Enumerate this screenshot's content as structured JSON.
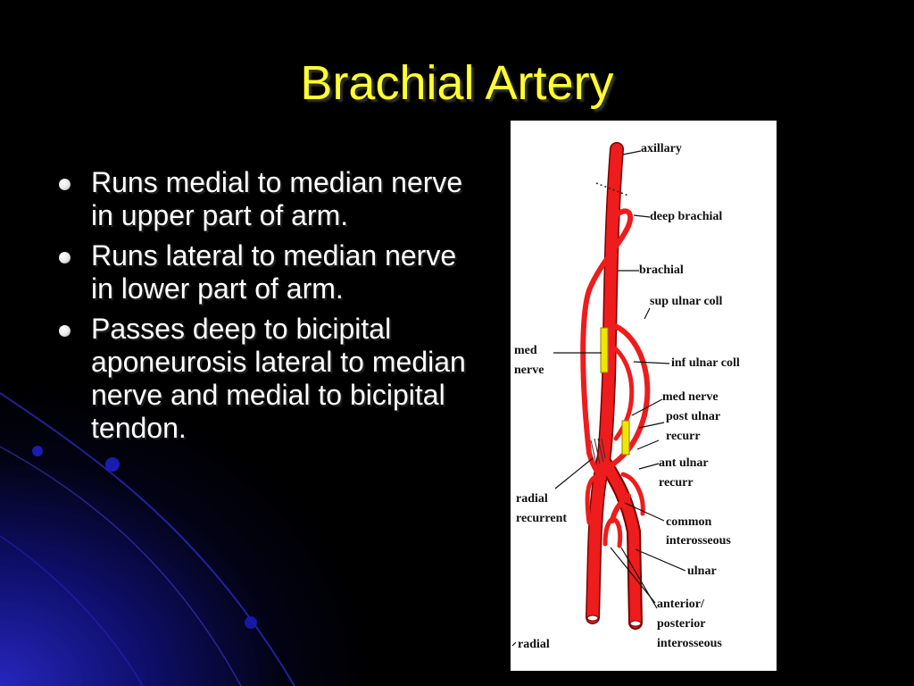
{
  "slide": {
    "title": "Brachial Artery",
    "bullets": [
      "Runs medial to median nerve in upper part of arm.",
      "Runs lateral to median nerve in lower part of arm.",
      "Passes deep to bicipital aponeurosis lateral to median nerve and medial to bicipital tendon."
    ]
  },
  "diagram": {
    "labels": {
      "axillary": "axillary",
      "deep_brachial": "deep brachial",
      "brachial": "brachial",
      "sup_ulnar_coll": "sup ulnar coll",
      "med_nerve_left_1": "med",
      "med_nerve_left_2": "nerve",
      "inf_ulnar_coll": "inf ulnar coll",
      "med_nerve_right": "med nerve",
      "post_ulnar_recurr_1": "post ulnar",
      "post_ulnar_recurr_2": "recurr",
      "ant_ulnar_recurr_1": "ant ulnar",
      "ant_ulnar_recurr_2": "recurr",
      "radial_recurrent_1": "radial",
      "radial_recurrent_2": "recurrent",
      "common_interosseous_1": "common",
      "common_interosseous_2": "interosseous",
      "ulnar": "ulnar",
      "ant_post_interosseous_1": "anterior/",
      "ant_post_interosseous_2": "posterior",
      "ant_post_interosseous_3": "interosseous",
      "radial": "radial"
    },
    "colors": {
      "artery": "#EE1C1C",
      "nerve": "#F2E600",
      "leader": "#111111"
    }
  },
  "theme": {
    "background": "#000000",
    "title_color": "#FFFF33",
    "text_color": "#FFFFFF"
  }
}
